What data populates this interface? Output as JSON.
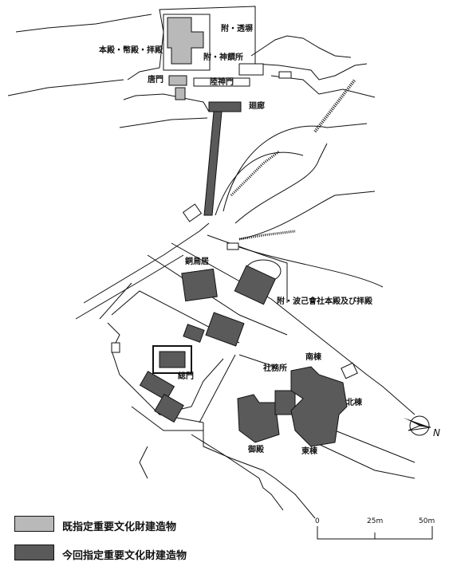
{
  "colors": {
    "existing": "#b9b9b9",
    "new": "#5a5a5a",
    "line": "#111111"
  },
  "labels": {
    "honden": "本殿・幣殿・拝殿",
    "tobei": "附・透塀",
    "shinsensho": "附・神饌所",
    "karamon": "唐門",
    "rikushinmon": "陸神門",
    "kairo": "廻廊",
    "dotorii": "銅鳥居",
    "hakoshasha": "附・波己會社本殿及び拝殿",
    "somon": "総門",
    "shamusho": "社務所",
    "minamimune": "南棟",
    "kitamune": "北棟",
    "goten": "御殿",
    "higashimune": "東棟"
  },
  "scale": {
    "zero": "0",
    "mid": "25m",
    "max": "50m"
  },
  "compass": {
    "letter": "N"
  },
  "legend": {
    "existing_label": "既指定重要文化財建造物",
    "new_label": "今回指定重要文化財建造物"
  }
}
